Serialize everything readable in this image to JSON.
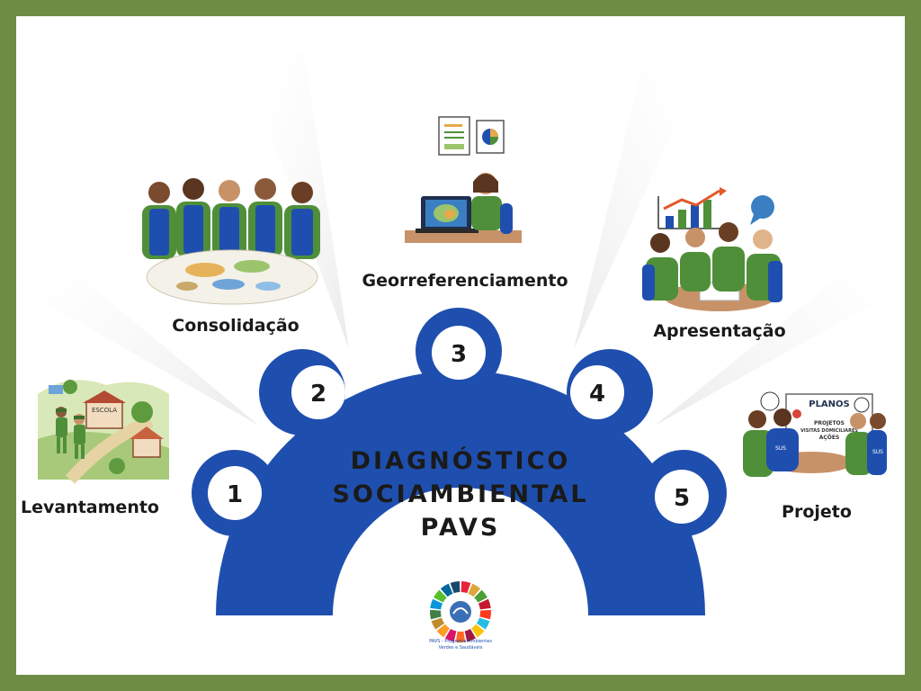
{
  "colors": {
    "frame": "#6f8c45",
    "arch": "#1f4fae",
    "uniform_vest": "#1f4fae",
    "uniform_shirt": "#4f8f3a"
  },
  "title": {
    "line1": "DIAGNÓSTICO",
    "line2": "SOCIAMBIENTAL",
    "line3": "PAVS"
  },
  "steps": [
    {
      "number": "1",
      "label": "Levantamento",
      "icon": "field-survey-illustration"
    },
    {
      "number": "2",
      "label": "Consolidação",
      "icon": "team-map-illustration"
    },
    {
      "number": "3",
      "label": "Georreferenciamento",
      "icon": "laptop-gis-illustration"
    },
    {
      "number": "4",
      "label": "Apresentação",
      "icon": "meeting-chart-illustration"
    },
    {
      "number": "5",
      "label": "Projeto",
      "icon": "planning-board-illustration"
    }
  ],
  "illustration_text": {
    "school_sign": "ESCOLA",
    "board_title": "PLANOS",
    "board_line1": "PROJETOS",
    "board_line2": "VISITAS DOMICILIARES",
    "board_line3": "AÇÕES",
    "vest_badge": "SUS"
  },
  "logo": {
    "name": "PAVS - Programa Ambientes",
    "subtitle": "Verdes e Saudáveis"
  }
}
